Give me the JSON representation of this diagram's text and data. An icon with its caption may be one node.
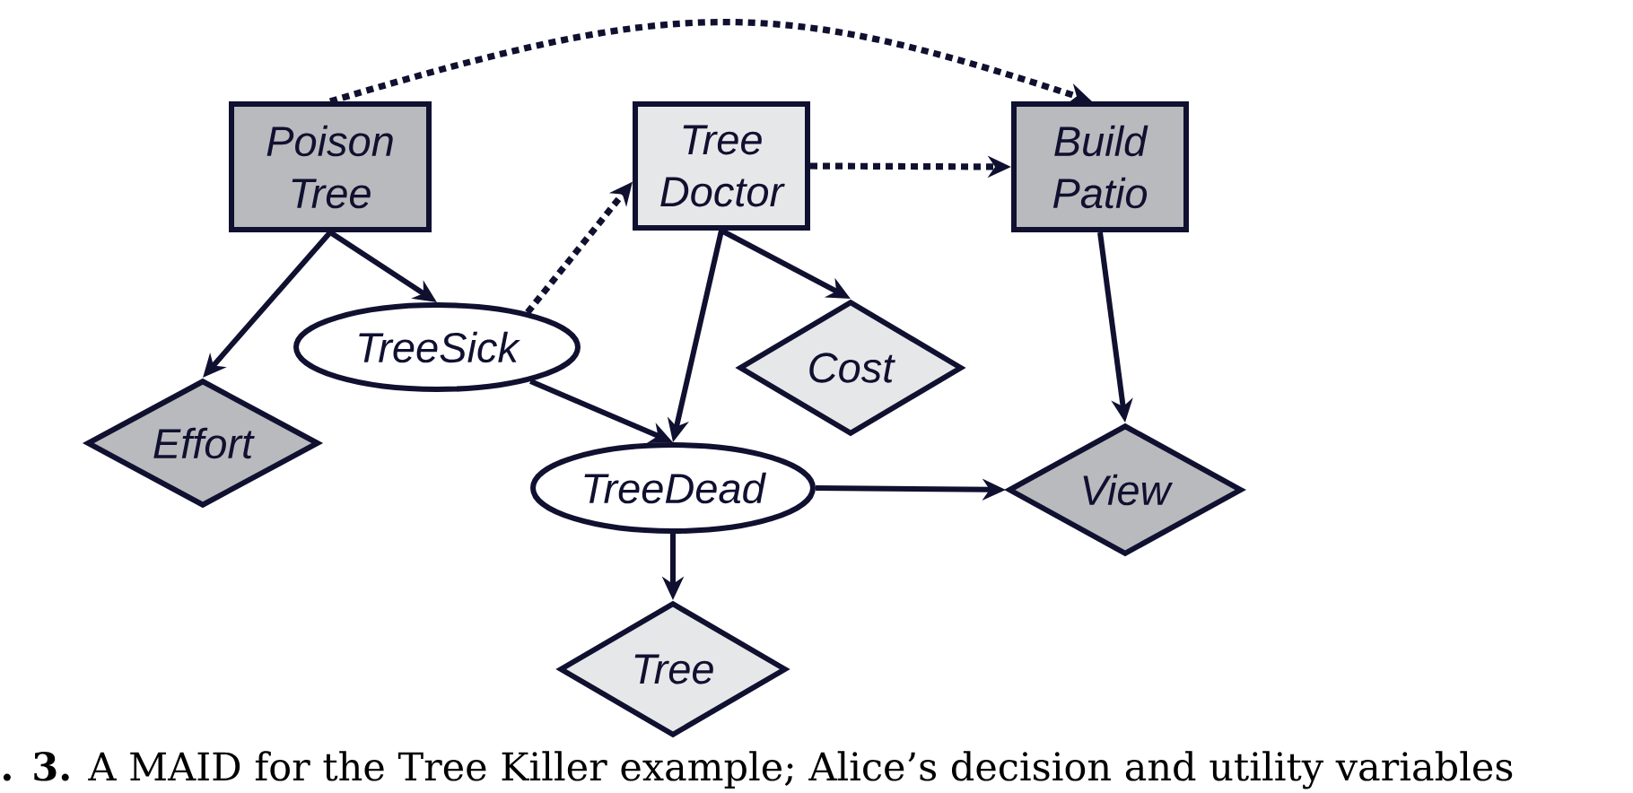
{
  "diagram": {
    "caption": "**. 3.** A MAID for the Tree Killer example; Alice’s decision and utility variables",
    "nodes": [
      {
        "text": [
          "Poison Tree"
        ]
      },
      {
        "text": [
          "Tree Doctor"
        ]
      },
      {
        "text": [
          "Build Patio"
        ]
      },
      {
        "text": [
          "TreeSick"
        ]
      },
      {
        "text": [
          "Effort"
        ]
      },
      {
        "text": [
          "Cost"
        ]
      },
      {
        "text": [
          "TreeDead"
        ]
      },
      {
        "text": [
          "View"
        ]
      },
      {
        "text": [
          "Tree"
        ]
      }
    ],
    "edges": [
      {
        "from": 0,
        "to": 2,
        "arrow": "to",
        "style": "dashed"
      },
      {
        "from": 0,
        "to": 4,
        "arrow": "to"
      },
      {
        "from": 0,
        "to": 3,
        "arrow": "to"
      },
      {
        "from": 3,
        "to": 1,
        "arrow": "to",
        "style": "dashed"
      },
      {
        "from": 1,
        "to": 2,
        "arrow": "to",
        "style": "dashed"
      },
      {
        "from": 1,
        "to": 5,
        "arrow": "to"
      },
      {
        "from": 1,
        "to": 6,
        "arrow": "to"
      },
      {
        "from": 3,
        "to": 6,
        "arrow": "to"
      },
      {
        "from": 2,
        "to": 7,
        "arrow": "to"
      },
      {
        "from": 6,
        "to": 7,
        "arrow": "to"
      },
      {
        "from": 6,
        "to": 8,
        "arrow": "to"
      }
    ]
  }
}
